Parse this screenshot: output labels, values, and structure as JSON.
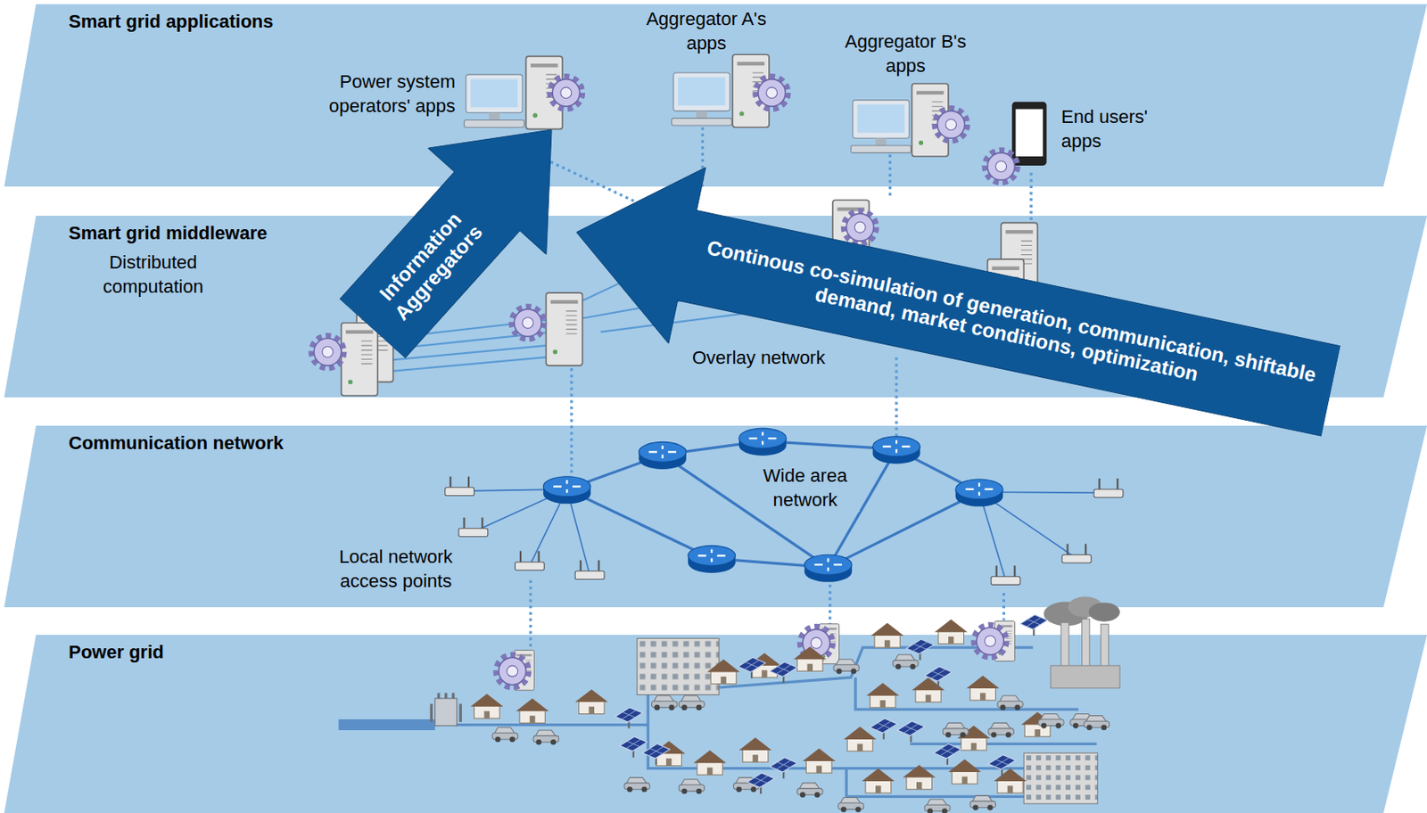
{
  "diagram": {
    "nodes": [
      {
        "text": [
          "Smart grid applications"
        ]
      },
      {
        "text": [
          "Smart grid middleware"
        ]
      },
      {
        "text": [
          "Communication network"
        ]
      },
      {
        "text": [
          "Power grid"
        ]
      },
      {
        "text": [
          "Information Aggregators"
        ]
      },
      {
        "text": [
          "Continous co-simulation of generation, communication, shiftable demand, market conditions, optimization"
        ]
      }
    ],
    "labels": [
      "Power system operators' apps",
      "Aggregator A's apps",
      "Aggregator B's apps",
      "End users' apps",
      "Distributed computation",
      "Overlay network",
      "Wide area network",
      "Local network access points"
    ]
  }
}
